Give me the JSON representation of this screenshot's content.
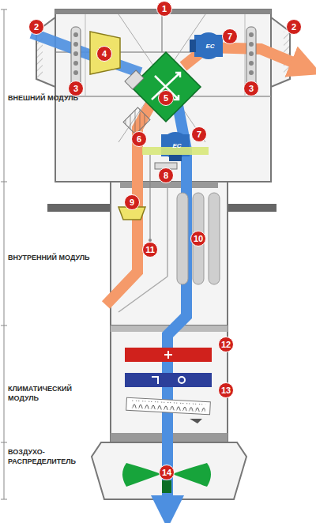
{
  "diagram": {
    "labels": [
      "ВНЕШНИЙ МОДУЛЬ",
      "ВНУТРЕННИЙ МОДУЛЬ",
      "КЛИМАТИЧЕСКИЙ МОДУЛЬ",
      "ВОЗДУХО- РАСПРЕДЕЛИТЕЛЬ",
      "1",
      "2",
      "2",
      "4",
      "7",
      "3",
      "5",
      "3",
      "6",
      "7",
      "8",
      "9",
      "10",
      "11",
      "12",
      "13",
      "14",
      "EC",
      "EC"
    ]
  }
}
